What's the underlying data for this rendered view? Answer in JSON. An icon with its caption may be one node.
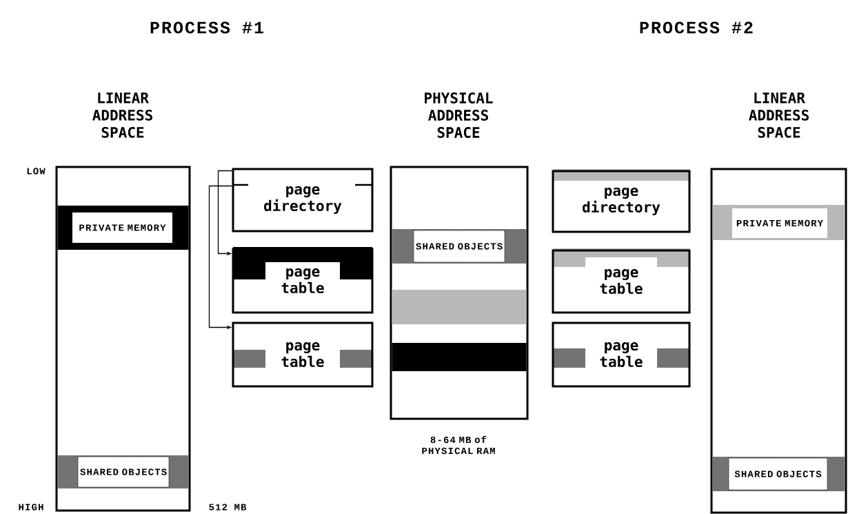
{
  "diagram": {
    "nodes": [
      {
        "text": [
          "LINEAR ADDRESS SPACE"
        ]
      },
      {
        "text": [
          "PRIVATE MEMORY"
        ],
        "in": 0
      },
      {
        "text": [
          "SHARED OBJECTS"
        ],
        "in": 0
      },
      {
        "text": [
          "page directory"
        ]
      },
      {
        "text": [
          "page table"
        ]
      },
      {
        "text": [
          "page table"
        ]
      },
      {
        "text": [
          "PHYSICAL ADDRESS SPACE"
        ],
        "beside": [
          "8-64 MB of PHYSICAL RAM"
        ]
      },
      {
        "text": [
          "SHARED OBJECTS"
        ],
        "in": 6
      },
      {
        "text": [],
        "shape": "bar",
        "in": 6
      },
      {
        "text": [],
        "shape": "bar",
        "in": 6
      },
      {
        "text": [
          "page directory"
        ]
      },
      {
        "text": [
          "page table"
        ]
      },
      {
        "text": [
          "page table"
        ]
      },
      {
        "text": [
          "LINEAR ADDRESS SPACE"
        ]
      },
      {
        "text": [
          "PRIVATE MEMORY"
        ],
        "in": 13
      },
      {
        "text": [
          "SHARED OBJECTS"
        ],
        "in": 13
      }
    ],
    "edges": [
      {
        "from": 3,
        "to": 4,
        "arrow": "to"
      },
      {
        "from": 3,
        "to": 5,
        "arrow": "to"
      }
    ],
    "labels": [
      "PROCESS #1",
      "PROCESS #2",
      "LOW",
      "HIGH",
      "512 MB"
    ]
  }
}
